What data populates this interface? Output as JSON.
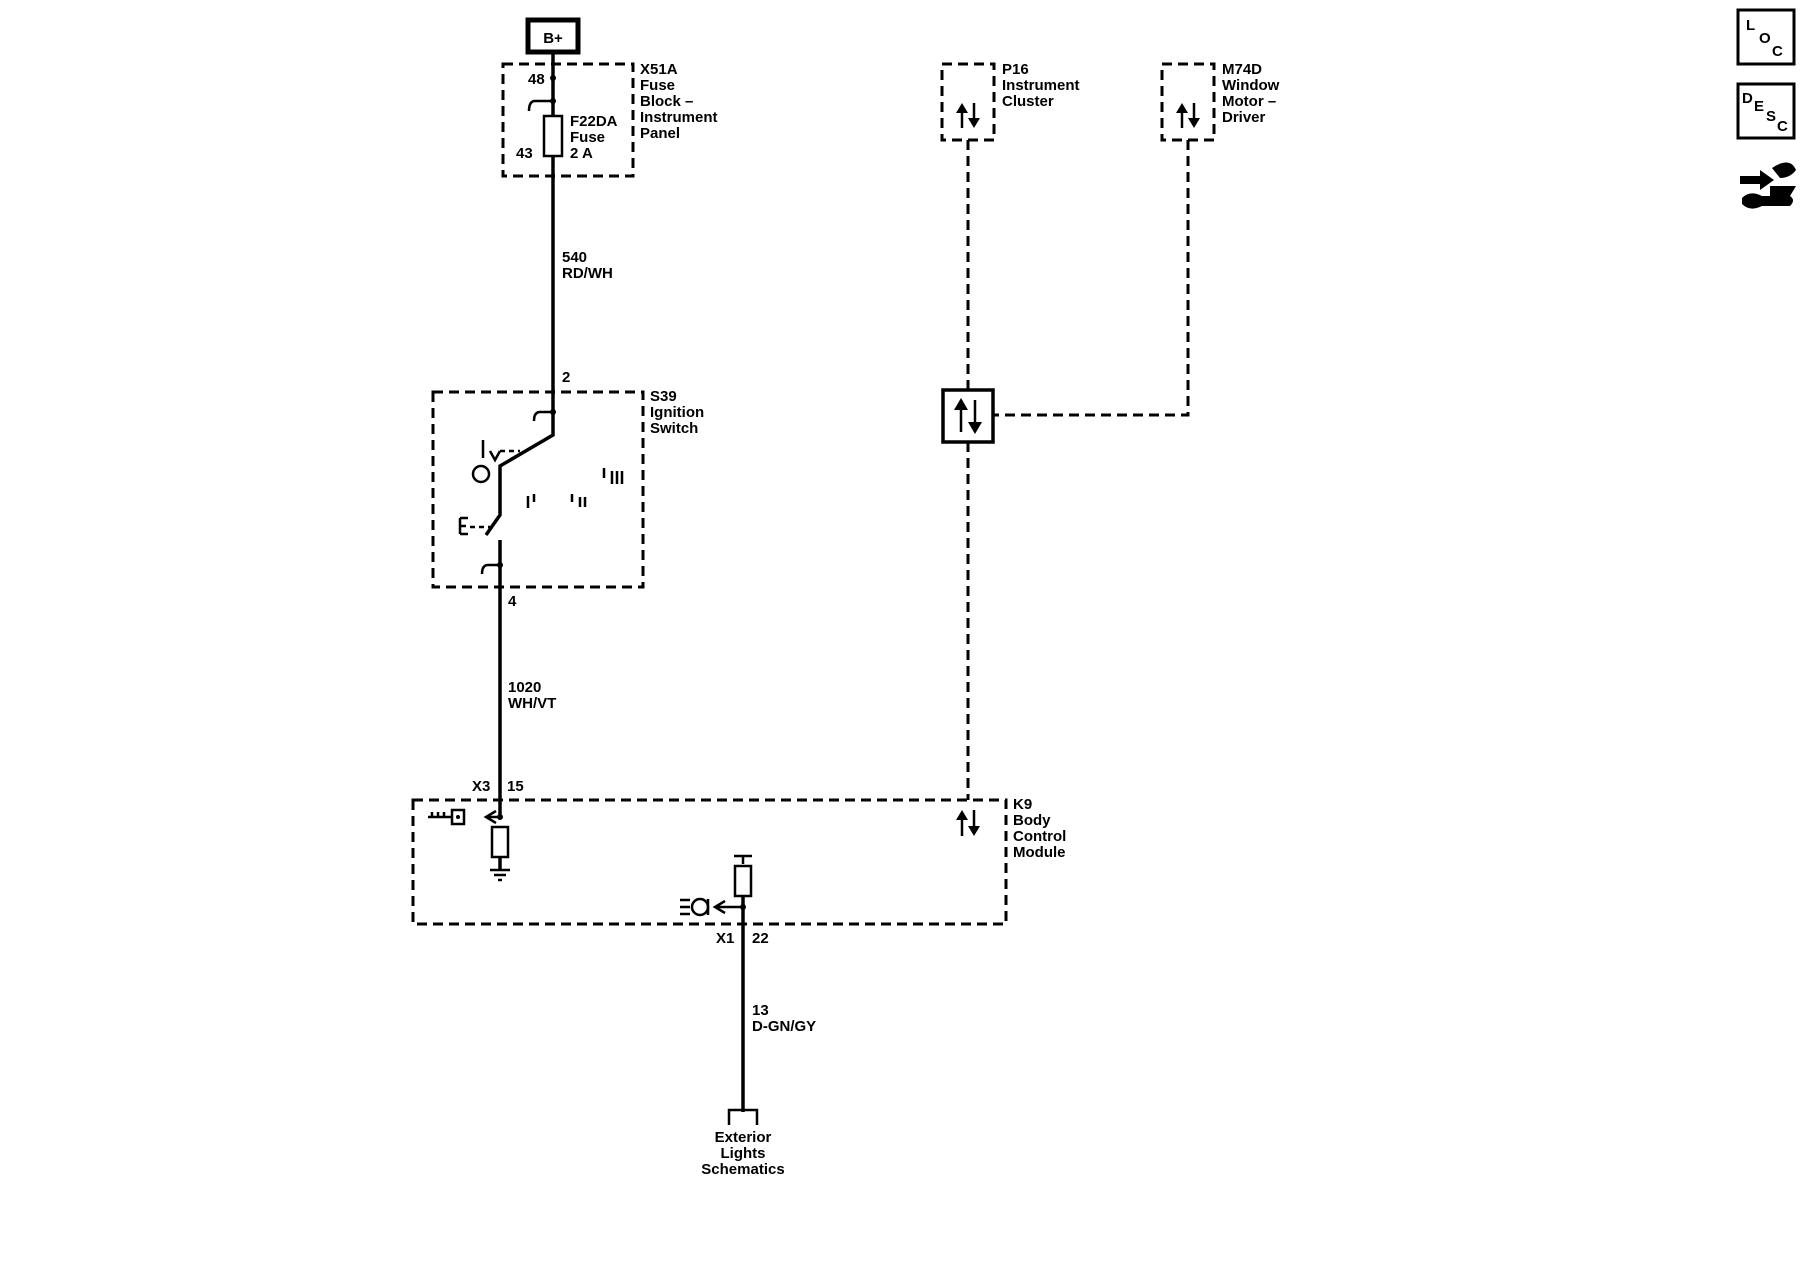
{
  "power": {
    "label": "B+"
  },
  "fuse_block": {
    "ref": "X51A",
    "name_lines": [
      "Fuse",
      "Block –",
      "Instrument",
      "Panel"
    ],
    "pin_in": "48",
    "pin_out": "43"
  },
  "fuse": {
    "ref": "F22DA",
    "name": "Fuse",
    "rating": "2 A"
  },
  "wire_540": {
    "circuit": "540",
    "color": "RD/WH"
  },
  "ignition_switch": {
    "ref": "S39",
    "name_lines": [
      "Ignition",
      "Switch"
    ],
    "pin_in": "2",
    "pin_out": "4",
    "positions": [
      "I",
      "II",
      "III"
    ]
  },
  "wire_1020": {
    "circuit": "1020",
    "color": "WH/VT"
  },
  "bcm": {
    "ref": "K9",
    "name_lines": [
      "Body",
      "Control",
      "Module"
    ],
    "connector_top": "X3",
    "pin_top": "15",
    "connector_bottom": "X1",
    "pin_bottom": "22"
  },
  "wire_13": {
    "circuit": "13",
    "color": "D-GN/GY"
  },
  "exterior": {
    "name_lines": [
      "Exterior",
      "Lights",
      "Schematics"
    ]
  },
  "instrument_cluster": {
    "ref": "P16",
    "name_lines": [
      "Instrument",
      "Cluster"
    ]
  },
  "window_motor": {
    "ref": "M74D",
    "name_lines": [
      "Window",
      "Motor –",
      "Driver"
    ]
  },
  "side_icons": {
    "loc": {
      "letters": [
        "L",
        "O",
        "C"
      ],
      "icon": "location-view-icon"
    },
    "desc": {
      "letters": [
        "D",
        "E",
        "S",
        "C"
      ],
      "icon": "description-icon"
    },
    "tools": {
      "icon": "connector-tools-icon"
    }
  }
}
